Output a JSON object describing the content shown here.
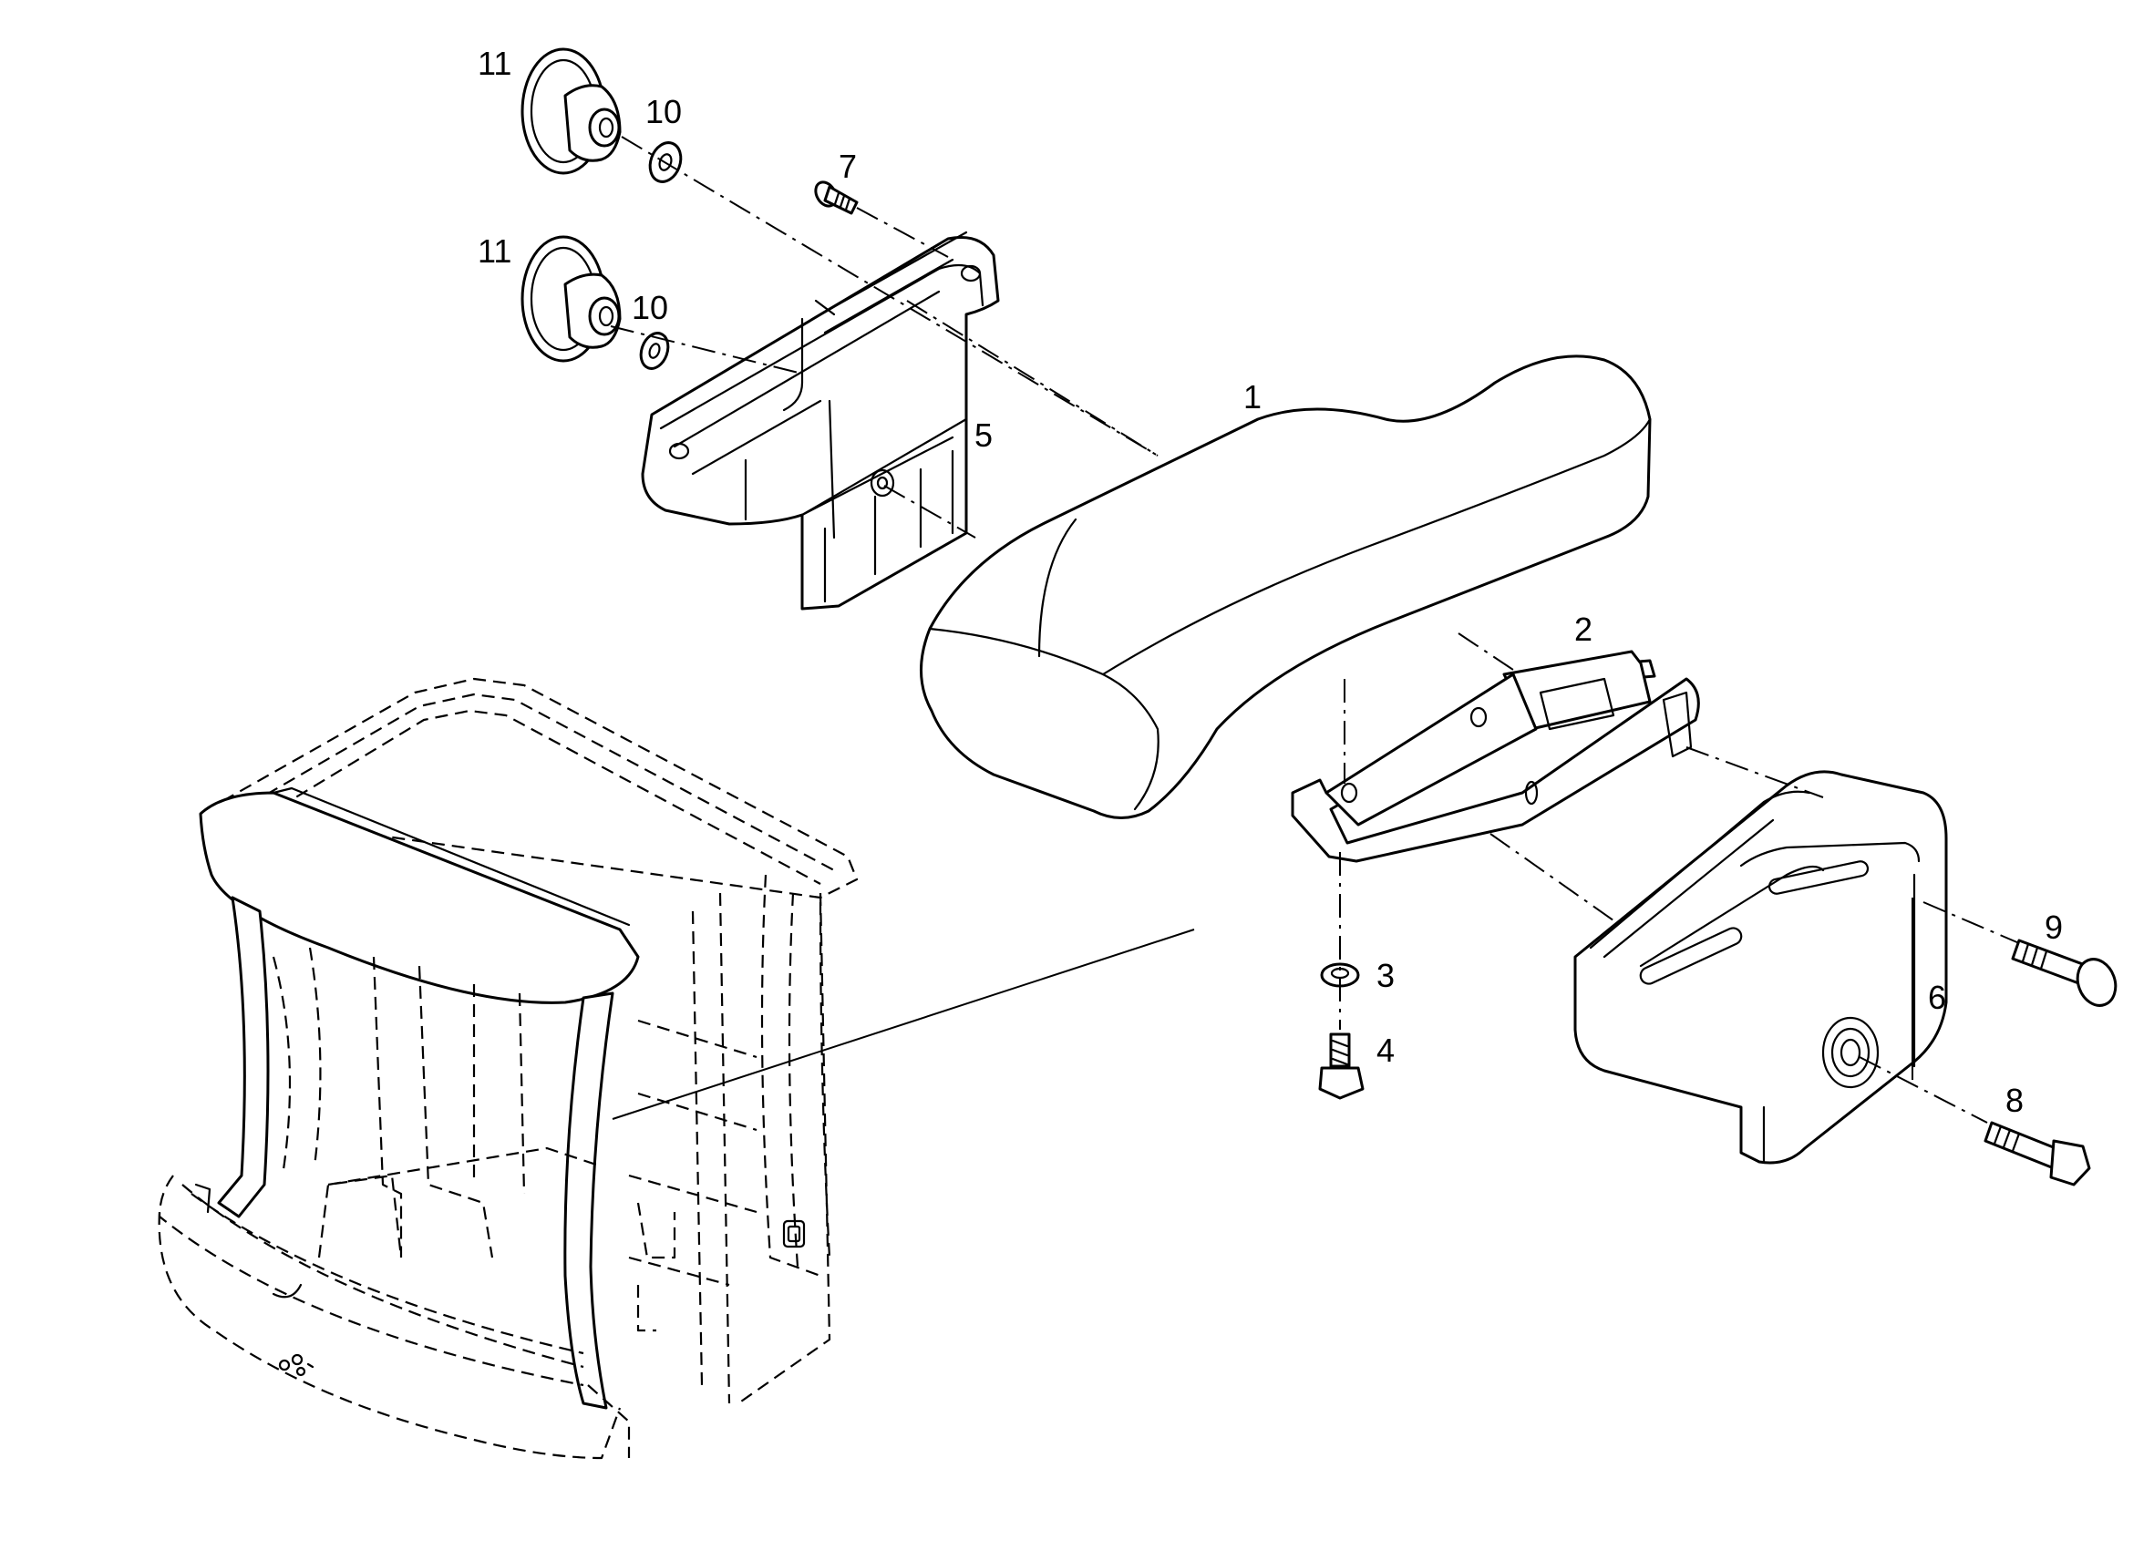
{
  "diagram": {
    "callouts": [
      {
        "id": "1",
        "text": "1"
      },
      {
        "id": "2",
        "text": "2"
      },
      {
        "id": "3",
        "text": "3"
      },
      {
        "id": "4",
        "text": "4"
      },
      {
        "id": "5",
        "text": "5"
      },
      {
        "id": "6",
        "text": "6"
      },
      {
        "id": "7",
        "text": "7"
      },
      {
        "id": "8",
        "text": "8"
      },
      {
        "id": "9",
        "text": "9"
      },
      {
        "id": "10a",
        "text": "10"
      },
      {
        "id": "10b",
        "text": "10"
      },
      {
        "id": "11a",
        "text": "11"
      },
      {
        "id": "11b",
        "text": "11"
      }
    ],
    "colors": {
      "line": "#000000",
      "background": "#ffffff"
    }
  }
}
